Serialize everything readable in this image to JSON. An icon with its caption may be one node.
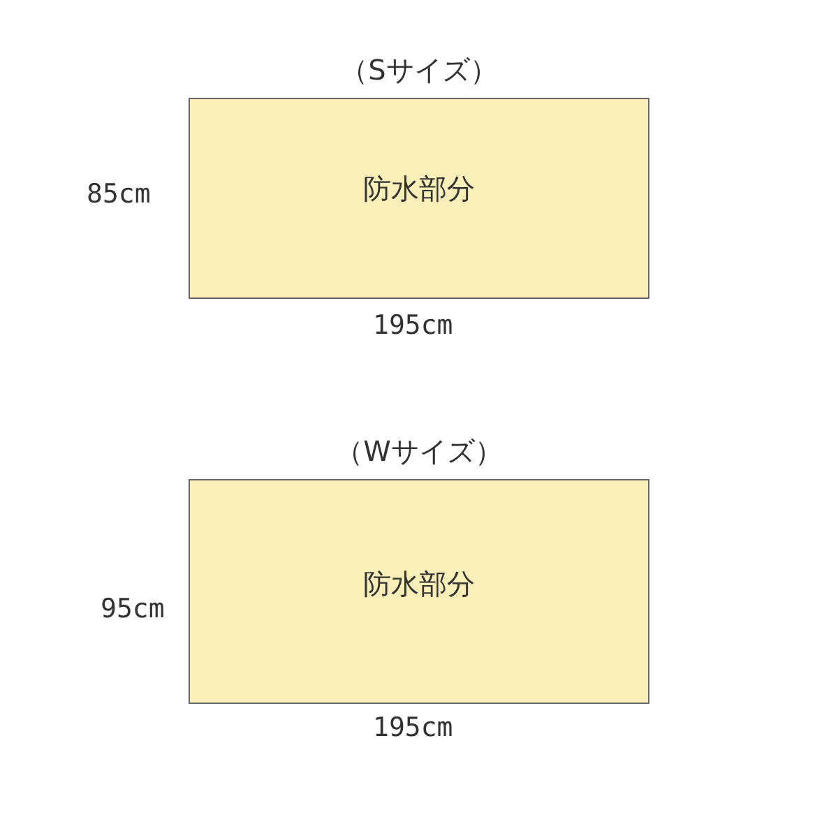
{
  "diagram": {
    "nodes": [
      {
        "text": [
          "（Sサイズ）",
          "防水部分"
        ]
      },
      {
        "text": [
          "（Wサイズ）",
          "防水部分"
        ]
      }
    ],
    "labels": [
      "85cm",
      "195cm",
      "95cm",
      "195cm"
    ]
  }
}
